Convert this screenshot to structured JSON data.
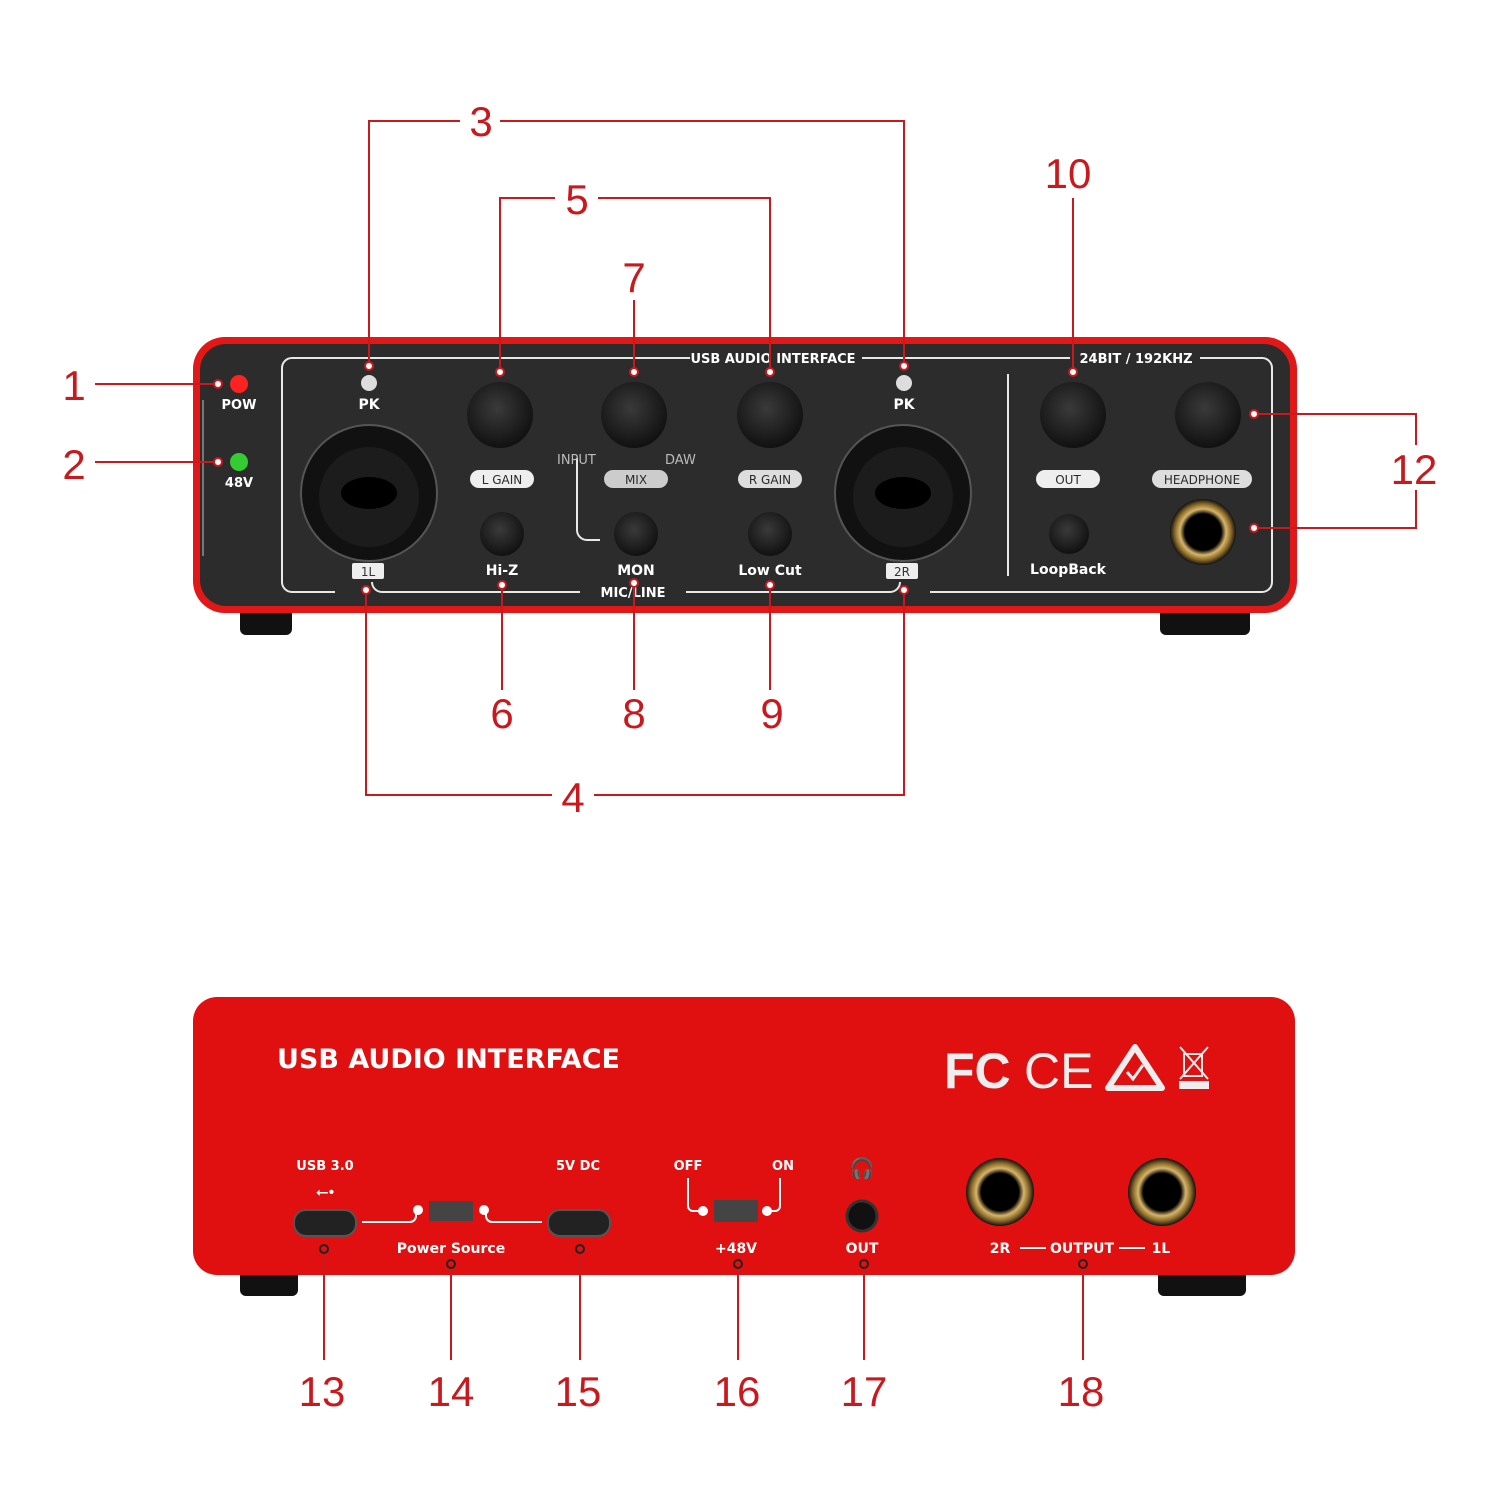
{
  "front_panel": {
    "labels": {
      "pow": "POW",
      "v48": "48V",
      "pk_left": "PK",
      "pk_right": "PK",
      "header": "USB AUDIO INTERFACE",
      "spec": "24BIT / 192KHZ",
      "l_gain": "L GAIN",
      "mix": "MIX",
      "r_gain": "R GAIN",
      "out": "OUT",
      "headphone": "HEADPHONE",
      "input": "INPUT",
      "daw": "DAW",
      "hi_z": "Hi-Z",
      "mon": "MON",
      "low_cut": "Low Cut",
      "loopback": "LoopBack",
      "mic_line": "MIC/LINE",
      "ch1": "1L",
      "ch2": "2R"
    },
    "callouts": [
      "1",
      "2",
      "3",
      "4",
      "5",
      "6",
      "7",
      "8",
      "9",
      "10",
      "12"
    ]
  },
  "rear_panel": {
    "title": "USB AUDIO INTERFACE",
    "certifications": [
      "FC",
      "CE",
      "RCM",
      "WEEE"
    ],
    "labels": {
      "usb": "USB 3.0",
      "dc": "5V DC",
      "power_source": "Power Source",
      "off": "OFF",
      "on": "ON",
      "phantom": "+48V",
      "out": "OUT",
      "out_2r": "2R",
      "output": "OUTPUT",
      "out_1l": "1L"
    },
    "callouts": [
      "13",
      "14",
      "15",
      "16",
      "17",
      "18"
    ]
  },
  "colors": {
    "accent": "#c8191e",
    "chassis": "#e01010",
    "panel": "#2a2a2a"
  }
}
